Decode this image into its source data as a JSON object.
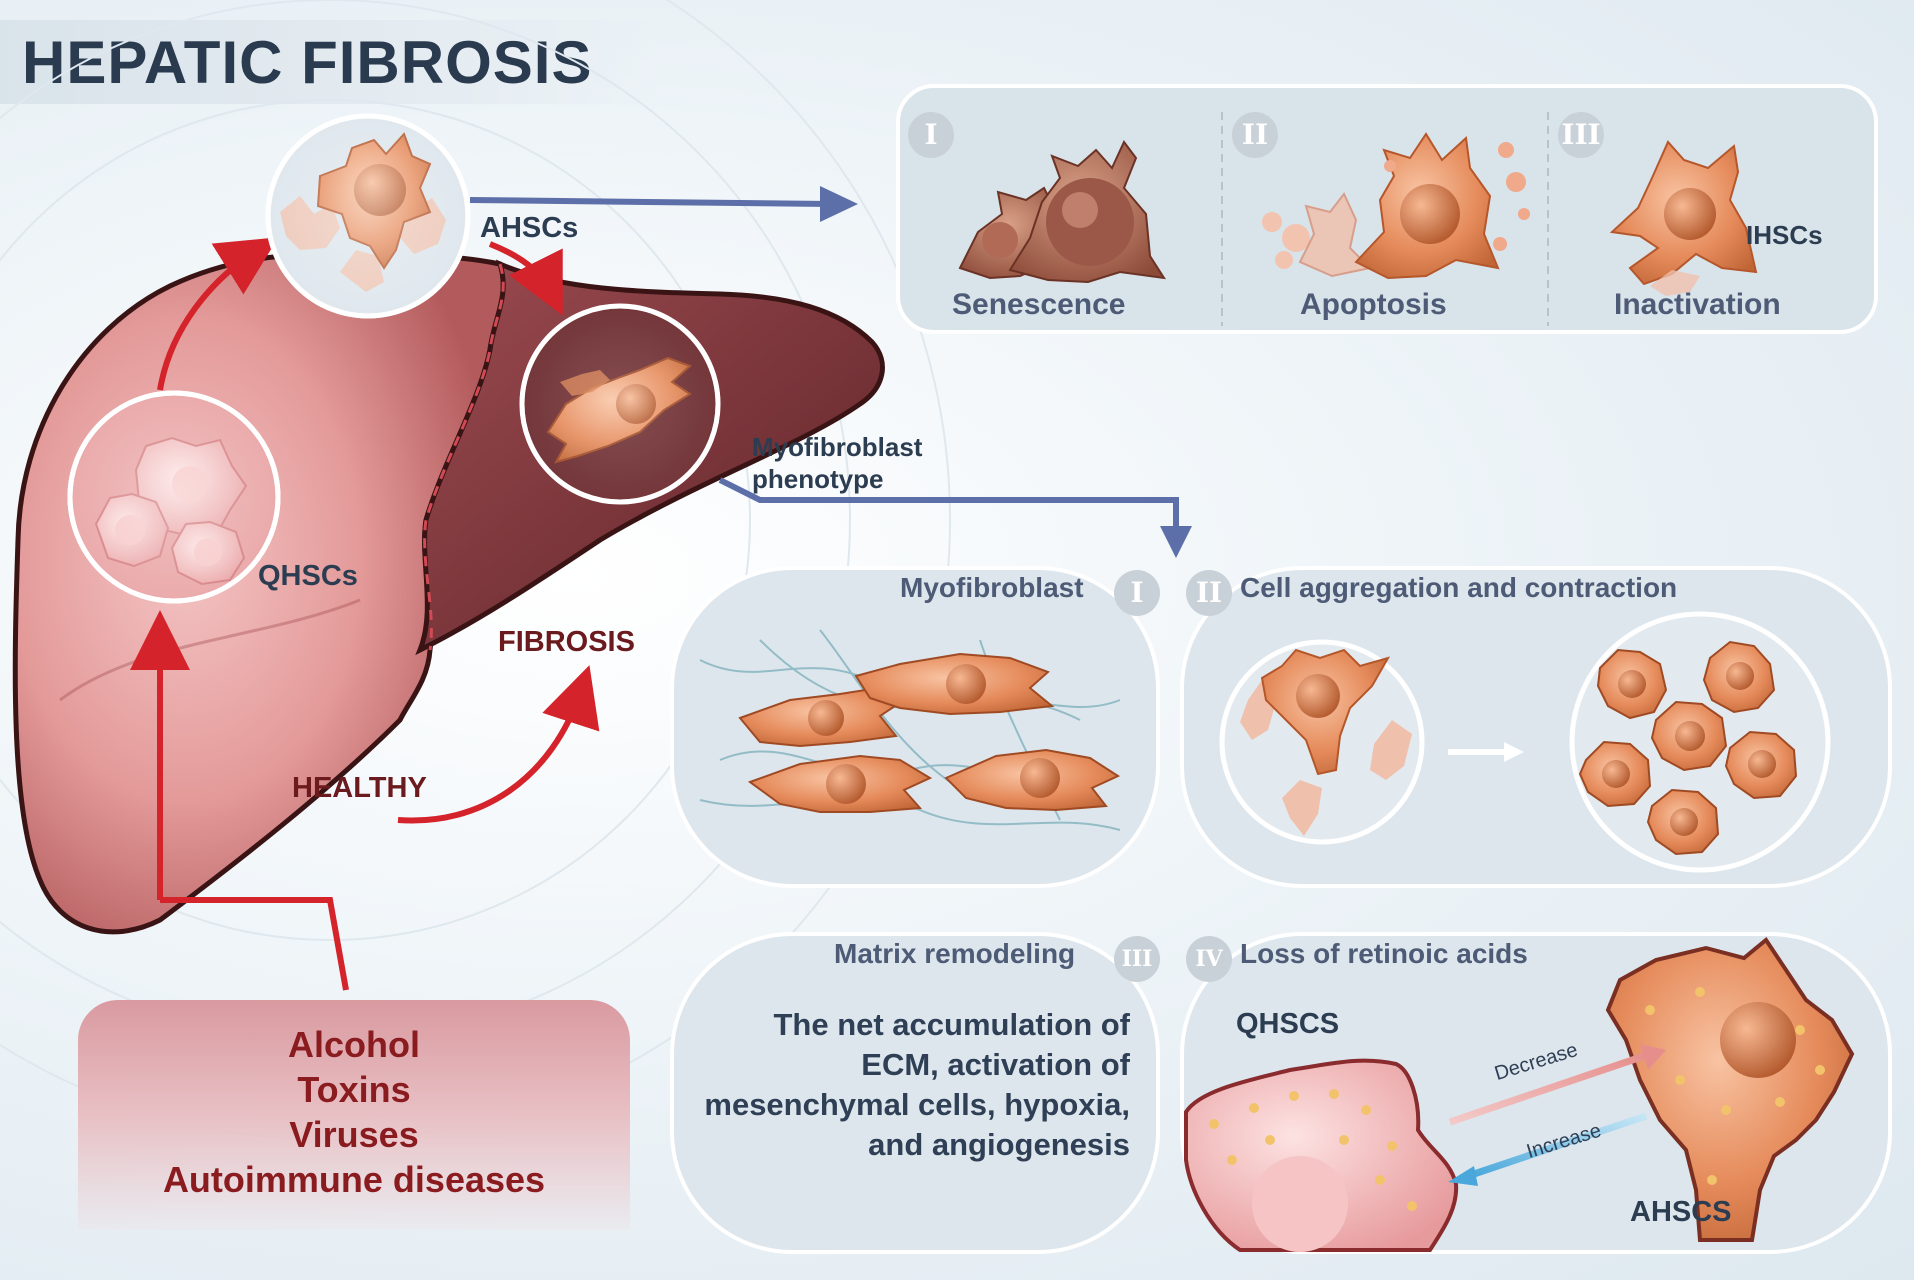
{
  "title": "HEPATIC FIBROSIS",
  "cells": {
    "ahscs": "AHSCs",
    "qhscs": "QHSCs",
    "ihscs": "IHSCs",
    "myofibroblast_phenotype": [
      "Myofibroblast",
      "phenotype"
    ]
  },
  "liver": {
    "healthy": "HEALTHY",
    "fibrosis": "FIBROSIS"
  },
  "causes": [
    "Alcohol",
    "Toxins",
    "Viruses",
    "Autoimmune diseases"
  ],
  "fates": [
    {
      "numeral": "I",
      "label": "Senescence"
    },
    {
      "numeral": "II",
      "label": "Apoptosis"
    },
    {
      "numeral": "III",
      "label": "Inactivation"
    }
  ],
  "phenotype_panels": [
    {
      "numeral": "I",
      "label": "Myofibroblast"
    },
    {
      "numeral": "II",
      "label": "Cell aggregation and contraction"
    },
    {
      "numeral": "III",
      "label": "Matrix remodeling",
      "text": [
        "The net accumulation of",
        "ECM, activation of",
        "mesenchymal cells, hypoxia,",
        "and angiogenesis"
      ]
    },
    {
      "numeral": "IV",
      "label": "Loss of retinoic acids",
      "left_label": "QHSCS",
      "right_label": "AHSCS",
      "decrease": "Decrease",
      "increase": "Increase"
    }
  ],
  "colors": {
    "liver_healthy": "#c9706f",
    "liver_fibrotic": "#7a2e32",
    "cell_orange": "#e58a5a",
    "arrow_red": "#d4232a",
    "arrow_blue": "#5d6fa8",
    "text_dark": "#2a3a4f",
    "cause_red": "#8a1b1f"
  }
}
